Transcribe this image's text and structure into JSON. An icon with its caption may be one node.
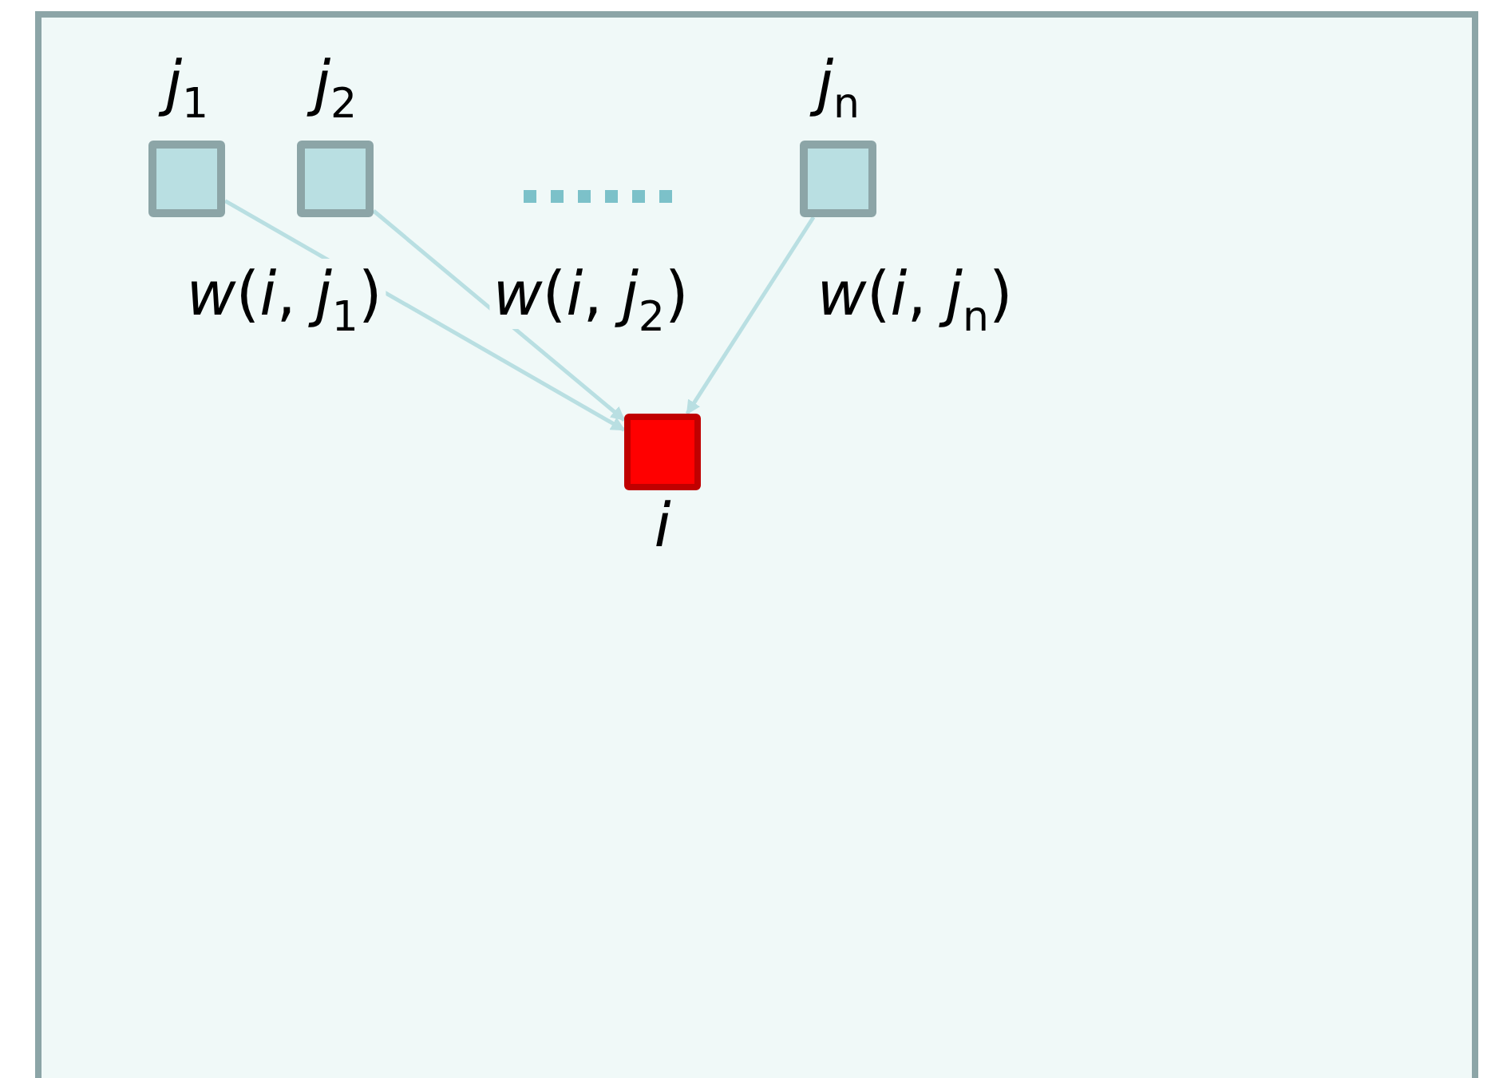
{
  "diagram": {
    "nodes": [
      {
        "text": [
          "*j*$_{1}$"
        ]
      },
      {
        "text": [
          "*j*$_{2}$"
        ]
      },
      {
        "text": [
          "*j*$_{n}$"
        ]
      },
      {
        "text": [
          "*i*"
        ]
      }
    ],
    "edges": [
      {
        "from": 0,
        "to": 3,
        "arrow": "to",
        "label": "*w*(*i*, *j*$_{1}$)"
      },
      {
        "from": 1,
        "to": 3,
        "arrow": "to",
        "label": "*w*(*i*, *j*$_{2}$)"
      },
      {
        "from": 2,
        "to": 3,
        "arrow": "to",
        "label": "*w*(*i*, *j*$_{n}$)"
      }
    ]
  }
}
